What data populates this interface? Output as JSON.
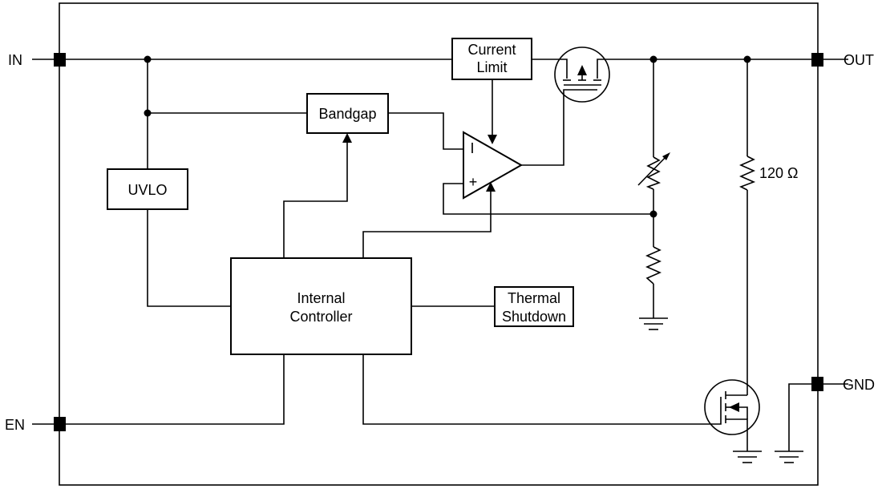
{
  "pins": {
    "in": "IN",
    "out": "OUT",
    "en": "EN",
    "gnd": "GND"
  },
  "blocks": {
    "current_limit_line1": "Current",
    "current_limit_line2": "Limit",
    "bandgap": "Bandgap",
    "uvlo": "UVLO",
    "internal_controller_line1": "Internal",
    "internal_controller_line2": "Controller",
    "thermal_shutdown_line1": "Thermal",
    "thermal_shutdown_line2": "Shutdown"
  },
  "components": {
    "opamp_inverting": "I",
    "opamp_noninverting": "+",
    "discharge_resistor": "120 Ω"
  }
}
